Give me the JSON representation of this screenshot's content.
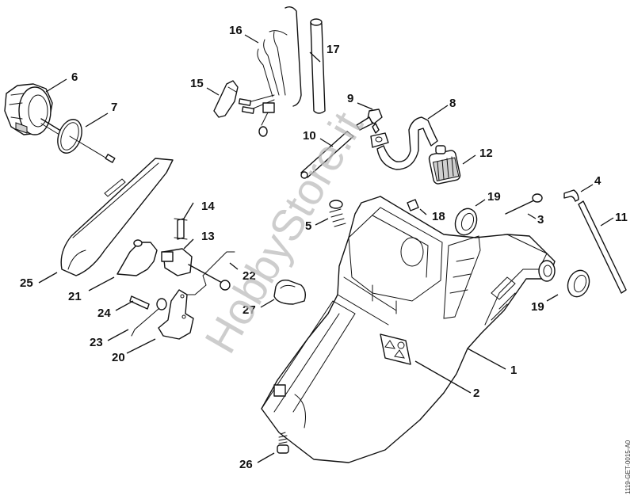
{
  "diagram": {
    "title": "Handle housing / fuel tank exploded parts diagram",
    "watermark": "HobbyStore.it",
    "drawing_code": "1119-GET-0015-A0",
    "callouts": [
      {
        "id": "1",
        "part": "handle-housing"
      },
      {
        "id": "2",
        "part": "warning-label"
      },
      {
        "id": "3",
        "part": "screw"
      },
      {
        "id": "4",
        "part": "elbow-connector"
      },
      {
        "id": "5",
        "part": "spring"
      },
      {
        "id": "6",
        "part": "oil-pump-assembly"
      },
      {
        "id": "7",
        "part": "o-ring"
      },
      {
        "id": "8",
        "part": "fuel-hose"
      },
      {
        "id": "9",
        "part": "elbow-connector"
      },
      {
        "id": "10",
        "part": "hose"
      },
      {
        "id": "11",
        "part": "hose"
      },
      {
        "id": "12",
        "part": "fuel-pickup-filter"
      },
      {
        "id": "13",
        "part": "switch-shaft"
      },
      {
        "id": "14",
        "part": "contact-spring"
      },
      {
        "id": "15",
        "part": "clip"
      },
      {
        "id": "16",
        "part": "wire-harness"
      },
      {
        "id": "17",
        "part": "hose"
      },
      {
        "id": "18",
        "part": "plug"
      },
      {
        "id": "19",
        "part": "annular-buffer"
      },
      {
        "id": "20",
        "part": "throttle-trigger"
      },
      {
        "id": "21",
        "part": "interlock-lever"
      },
      {
        "id": "22",
        "part": "throttle-rod"
      },
      {
        "id": "23",
        "part": "torsion-spring"
      },
      {
        "id": "24",
        "part": "pin"
      },
      {
        "id": "25",
        "part": "handle-molding"
      },
      {
        "id": "26",
        "part": "screw"
      },
      {
        "id": "27",
        "part": "gasket"
      }
    ]
  }
}
